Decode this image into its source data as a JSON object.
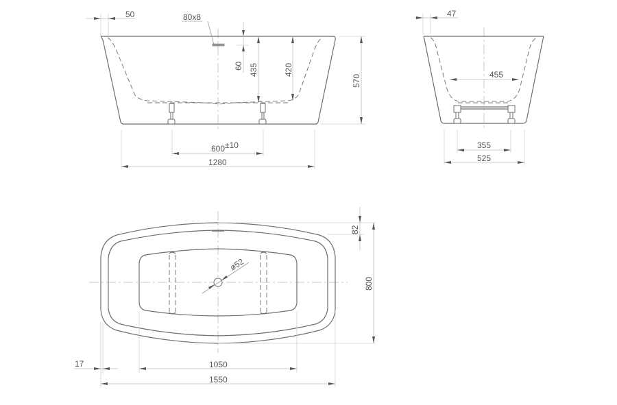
{
  "drawing": {
    "subject": "freestanding bathtub dimensional drawing",
    "colors": {
      "line": "#6e6e6e",
      "dimension": "#bdbdbd",
      "text": "#555555",
      "background": "#ffffff"
    }
  },
  "front_view": {
    "rim_offset": "50",
    "overflow": "80x8",
    "overflow_depth": "60",
    "depth_at_drain": "435",
    "inner_depth": "420",
    "total_height": "570",
    "feet_spacing": "600",
    "feet_spacing_tolerance": "±10",
    "bottom_length": "1280"
  },
  "side_view": {
    "rim_offset": "47",
    "inner_width": "455",
    "feet_spacing": "355",
    "bottom_width": "525"
  },
  "top_view": {
    "rim_width": "82",
    "total_width": "800",
    "drain_diameter": "ø52",
    "edge_offset": "17",
    "inner_length": "1050",
    "total_length": "1550"
  }
}
